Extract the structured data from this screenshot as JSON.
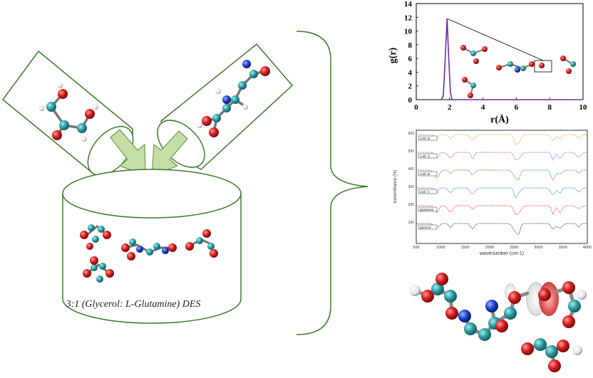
{
  "des_label": "3:1 (Glycerol: L-Glutamine) DES",
  "rdf": {
    "ylabel": "g(r)",
    "xlabel": "r(Å)",
    "x_ticks": [
      "0",
      "2",
      "4",
      "6",
      "8",
      "10"
    ],
    "y_ticks": [
      "0",
      "2",
      "4",
      "6",
      "8",
      "10",
      "12",
      "14"
    ],
    "xlim": [
      0,
      10
    ],
    "ylim": [
      0,
      14
    ],
    "peak": {
      "r": 1.85,
      "g": 11.8
    }
  },
  "ir": {
    "xlabel": "wavenumber (cm-1)",
    "ylabel": "transmittance (%)",
    "x_ticks": [
      "500",
      "1000",
      "1500",
      "2000",
      "2500",
      "3000",
      "3500",
      "4000"
    ],
    "y_ticks": [
      "100",
      "200",
      "300",
      "400",
      "500",
      "600"
    ],
    "spectra": [
      {
        "name": "conf. D",
        "color": "#e8a33c"
      },
      {
        "name": "conf. C",
        "color": "#b455d6"
      },
      {
        "name": "conf. B",
        "color": "#3c9a3c"
      },
      {
        "name": "conf. A",
        "color": "#3a7bd5"
      },
      {
        "name": "glutamine",
        "color": "#e04040"
      },
      {
        "name": "glycerol",
        "color": "#444444"
      }
    ]
  },
  "colors": {
    "frame": "#3d7a2a",
    "arrow": "#c5dea8",
    "arrow_stroke": "#6e9b4a",
    "carbon": "#2e9aa0",
    "oxygen": "#d21c1c",
    "hydrogen": "#f2f2f2",
    "nitrogen": "#1d3fc9",
    "rdf_line": "#6a2ea8"
  }
}
